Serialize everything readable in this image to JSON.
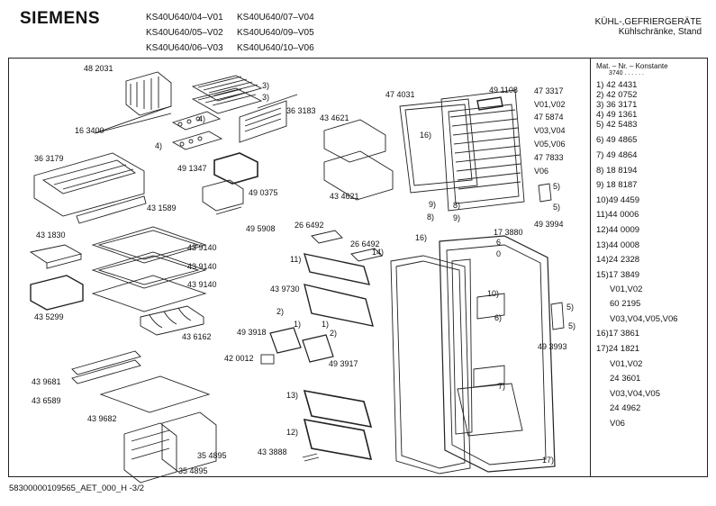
{
  "header": {
    "brand": "SIEMENS",
    "models_col1": [
      "KS40U640/04–V01",
      "KS40U640/05–V02",
      "KS40U640/06–V03"
    ],
    "models_col2": [
      "KS40U640/07–V04",
      "KS40U640/09–V05",
      "KS40U640/10–V06"
    ],
    "category_line1": "KÜHL-,GEFRIERGERÄTE",
    "category_line2": "Kühlschränke, Stand"
  },
  "parts_list": {
    "heading": "Mat. – Nr. – Konstante",
    "constant": "3740 . . . . . .",
    "entries": [
      "1) 42 4431",
      "2) 42 0752",
      "3) 36 3171",
      "4) 49 1361",
      "5) 42 5483",
      "6) 49 4865",
      "7) 49 4864",
      "8) 18 8194",
      "9) 18 8187",
      "10)49 4459",
      "11)44 0006",
      "12)44 0009",
      "13)44 0008",
      "14)24 2328",
      "15)17 3849",
      "V01,V02",
      "60 2195",
      "V03,V04,V05,V06",
      "16)17 3861",
      "17)24 1821",
      "V01,V02",
      "24 3601",
      "V03,V04,V05",
      "24 4962",
      "V06"
    ]
  },
  "callouts": {
    "l_48_2031": "48 2031",
    "l_3a": "3)",
    "l_3b": "3)",
    "l_363183": "36 3183",
    "l_4a": "4)",
    "l_163400": "16 3400",
    "l_4b": "4)",
    "l_363179": "36 3179",
    "l_491347": "49 1347",
    "l_490375": "49 0375",
    "l_431589": "43 1589",
    "l_495908": "49 5908",
    "l_434621a": "43 4621",
    "l_434621b": "43 4621",
    "l_474031": "47 4031",
    "l_491108": "49 1108",
    "l_473317": "47 3317",
    "l_v01v02": "V01,V02",
    "l_475874": "47 5874",
    "l_v03v04": "V03,V04",
    "l_v05v06": "V05,V06",
    "l_477833": "47 7833",
    "l_v06": "V06",
    "l_16a": "16)",
    "l_9a": "9)",
    "l_8a": "8)",
    "l_8b": "8)",
    "l_9b": "9)",
    "l_5a": "5)",
    "l_5b": "5)",
    "l_493994": "49 3994",
    "l_431830": "43 1830",
    "l_439140a": "43 9140",
    "l_439140b": "43 9140",
    "l_439140c": "43 9140",
    "l_435299": "43 5299",
    "l_436162": "43 6162",
    "l_266492a": "26 6492",
    "l_266492b": "26 6492",
    "l_11": "11)",
    "l_439730": "43 9730",
    "l_2a": "2)",
    "l_1a": "1)",
    "l_493918": "49 3918",
    "l_1b": "1)",
    "l_2b": "2)",
    "l_420012": "42 0012",
    "l_493917": "49 3917",
    "l_13": "13)",
    "l_12": "12)",
    "l_433888": "43 3888",
    "l_16b": "16)",
    "l_14": "14)",
    "l_173880": "17 3880",
    "l_6a": "6",
    "l_0": "0",
    "l_10": "10)",
    "l_6b": "6)",
    "l_7": "7)",
    "l_17": "17)",
    "l_5c": "5)",
    "l_5d": "5)",
    "l_493993": "49 3993",
    "l_439681": "43 9681",
    "l_436589": "43 6589",
    "l_439682": "43 9682",
    "l_354895a": "35 4895",
    "l_354895b": "35 4895"
  },
  "footer": {
    "doc_id": "58300000109565_AET_000_H  -3/2"
  }
}
